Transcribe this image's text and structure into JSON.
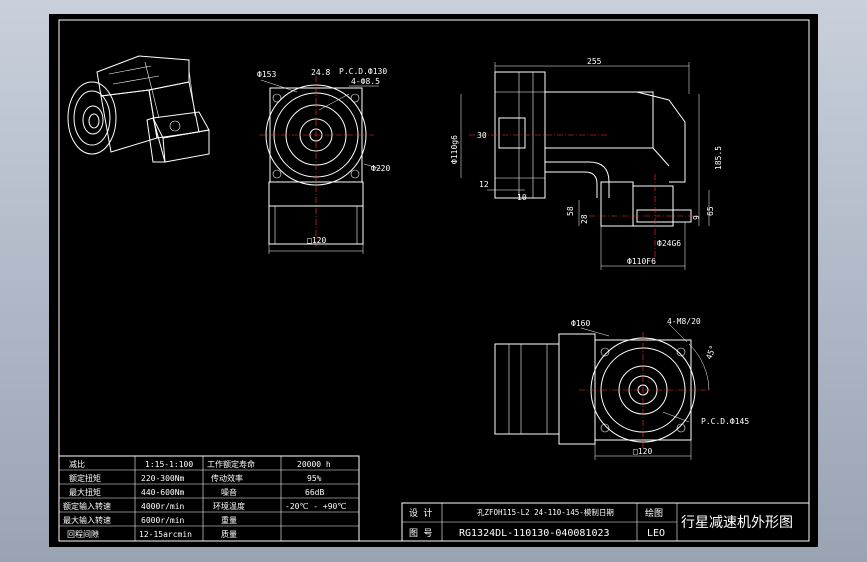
{
  "colors": {
    "background": "#000000",
    "line": "#ffffff",
    "center_line": "#ff3030",
    "window": "#b4bccb"
  },
  "dimensions": {
    "d153": "Ф153",
    "d24_8": "24.8",
    "pcd130": "P.C.D.Ф130",
    "holes_4": "4-Ф8.5",
    "d220": "Ф220",
    "sq120_top": "□120",
    "len255": "255",
    "d30": "30",
    "d110g6": "Ф110g6",
    "d185_5": "185.5",
    "d12": "12",
    "d10": "10",
    "d58": "58",
    "d28": "28",
    "d65": "65",
    "d9": "9",
    "d24g6": "Ф24G6",
    "d110f6": "Ф110F6",
    "d160": "Ф160",
    "m8": "4-M8/20",
    "a45": "45°",
    "pcd145": "P.C.D.Ф145",
    "sq120_bot": "□120"
  },
  "spec_table": [
    [
      "减比",
      "1:15-1:100",
      "工作额定寿命",
      "20000 h"
    ],
    [
      "额定扭矩",
      "220-300Nm",
      "传动效率",
      "95%"
    ],
    [
      "最大扭矩",
      "440-600Nm",
      "噪音",
      "66dB"
    ],
    [
      "额定输入转速",
      "4000r/min",
      "环境温度",
      "-20℃ - +90℃"
    ],
    [
      "最大输入转速",
      "6000r/min",
      "重量",
      ""
    ],
    [
      "回程间隙",
      "12-15arcmin",
      "质量",
      ""
    ]
  ],
  "title_block": {
    "label_designed": "设 计",
    "label_drawing_no": "图 号",
    "order_note": "孔ZFOH115-L2 24-110-145-模制日期",
    "part_number": "RG1324DL-110130-040081023",
    "label_drawn": "绘图",
    "drawn_by": "LEO",
    "title": "行星减速机外形图"
  }
}
